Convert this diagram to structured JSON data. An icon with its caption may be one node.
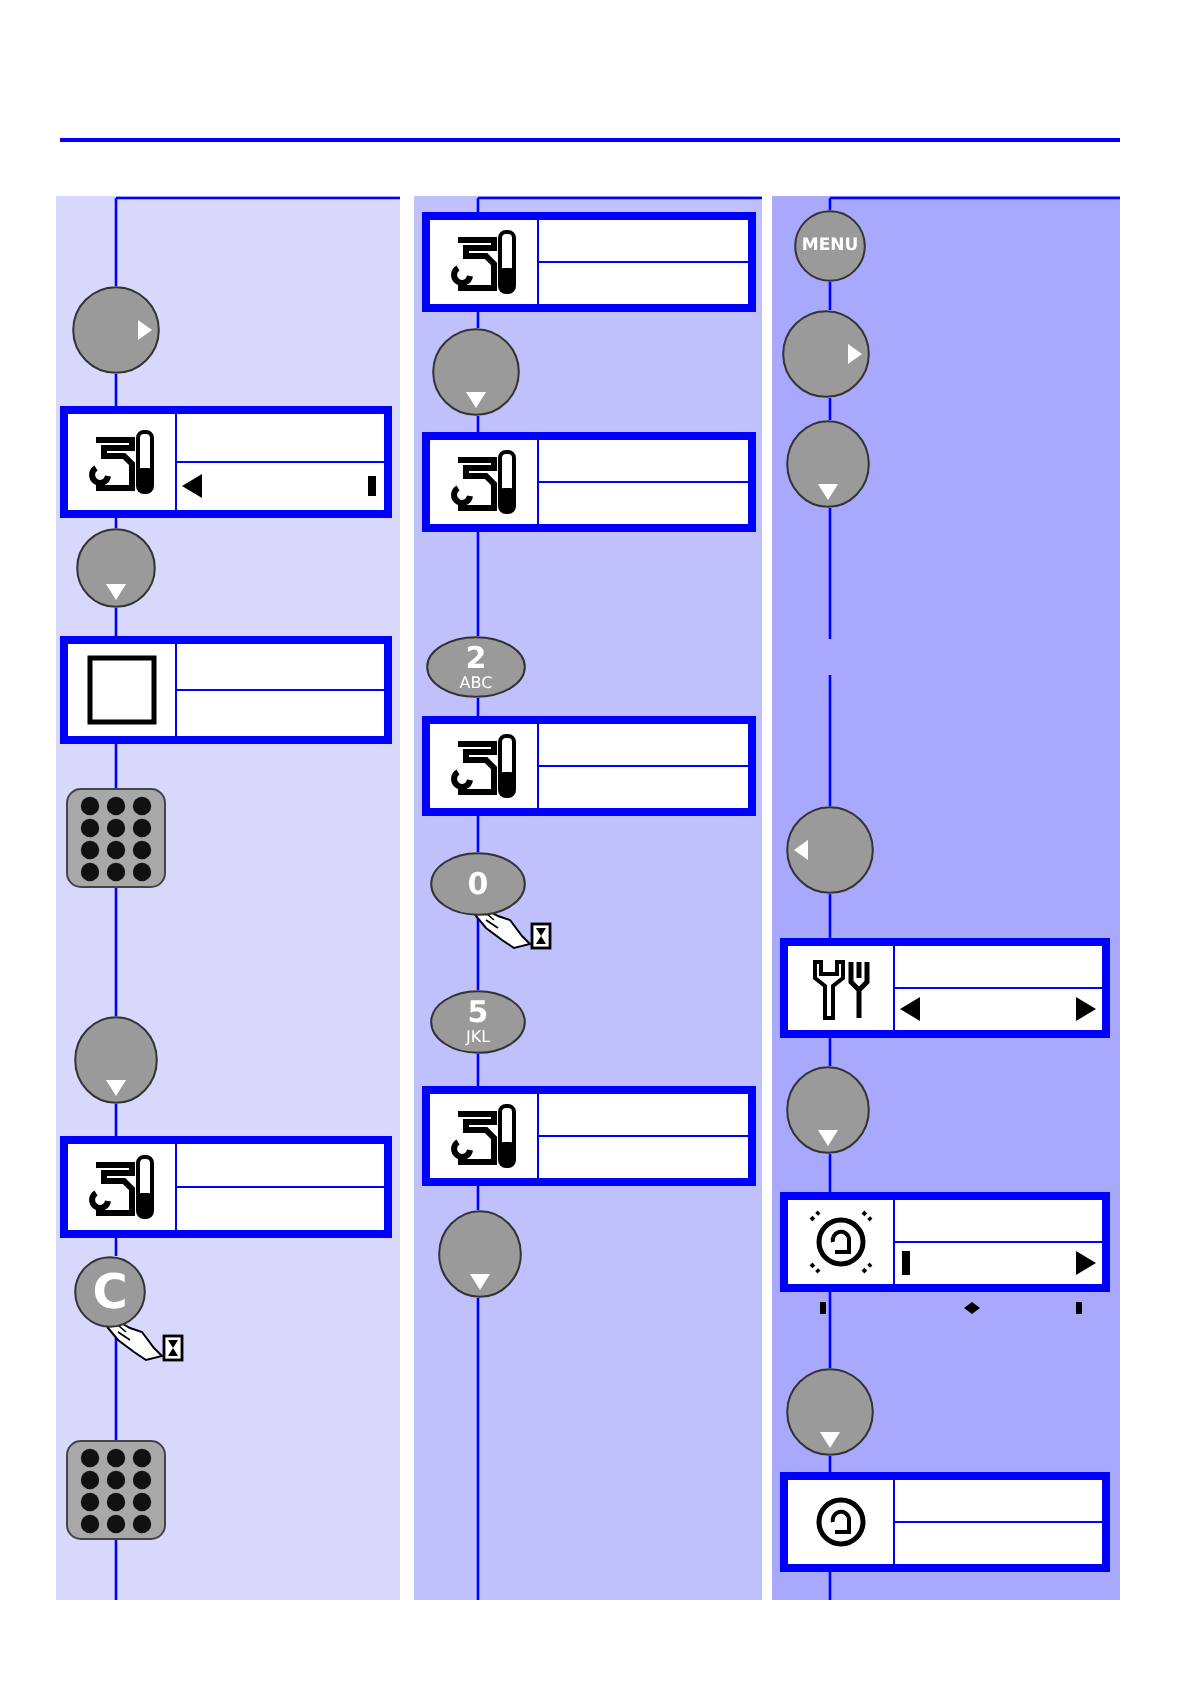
{
  "diagram": {
    "nodes": [
      {
        "text": [],
        "shape": "circle"
      },
      {
        "text": [],
        "shape": "box"
      },
      {
        "text": [],
        "shape": "circle"
      },
      {
        "text": [],
        "shape": "box"
      },
      {
        "text": [],
        "shape": "picture"
      },
      {
        "text": [],
        "shape": "circle"
      },
      {
        "text": [],
        "shape": "box"
      },
      {
        "text": [
          "C"
        ]
      },
      {
        "text": [],
        "shape": "picture"
      },
      {
        "text": [],
        "shape": "box"
      },
      {
        "text": [],
        "shape": "circle"
      },
      {
        "text": [],
        "shape": "box"
      },
      {
        "text": [
          "2",
          "ABC"
        ]
      },
      {
        "text": [],
        "shape": "box"
      },
      {
        "text": [
          "0"
        ]
      },
      {
        "text": [
          "5",
          "JKL"
        ]
      },
      {
        "text": [],
        "shape": "box"
      },
      {
        "text": [],
        "shape": "circle"
      },
      {
        "text": [
          "MENU"
        ]
      },
      {
        "text": [],
        "shape": "circle"
      },
      {
        "text": [],
        "shape": "circle"
      },
      {
        "text": [],
        "shape": "circle"
      },
      {
        "text": [],
        "shape": "box"
      },
      {
        "text": [],
        "shape": "circle"
      },
      {
        "text": [],
        "shape": "box"
      },
      {
        "text": [],
        "shape": "circle"
      },
      {
        "text": [],
        "shape": "box"
      }
    ],
    "edges": [
      {
        "from": null,
        "to": 0,
        "arrow": "none"
      },
      {
        "from": 0,
        "to": 1,
        "arrow": "none"
      },
      {
        "from": 1,
        "to": 2,
        "arrow": "none"
      },
      {
        "from": 2,
        "to": 3,
        "arrow": "none"
      },
      {
        "from": 3,
        "to": 4,
        "arrow": "none"
      },
      {
        "from": 4,
        "to": 5,
        "arrow": "none"
      },
      {
        "from": 5,
        "to": 6,
        "arrow": "none"
      },
      {
        "from": 6,
        "to": 7,
        "arrow": "none"
      },
      {
        "from": 7,
        "to": 8,
        "arrow": "none"
      },
      {
        "from": 8,
        "to": null,
        "arrow": "none"
      },
      {
        "from": null,
        "to": 9,
        "arrow": "none"
      },
      {
        "from": 9,
        "to": 10,
        "arrow": "none"
      },
      {
        "from": 10,
        "to": 11,
        "arrow": "none"
      },
      {
        "from": 11,
        "to": 12,
        "arrow": "none"
      },
      {
        "from": 12,
        "to": 13,
        "arrow": "none"
      },
      {
        "from": 13,
        "to": 14,
        "arrow": "none"
      },
      {
        "from": 14,
        "to": 15,
        "arrow": "none"
      },
      {
        "from": 15,
        "to": 16,
        "arrow": "none"
      },
      {
        "from": 16,
        "to": 17,
        "arrow": "none"
      },
      {
        "from": 17,
        "to": null,
        "arrow": "none"
      },
      {
        "from": null,
        "to": 18,
        "arrow": "none"
      },
      {
        "from": 18,
        "to": 19,
        "arrow": "none"
      },
      {
        "from": 19,
        "to": 20,
        "arrow": "none"
      },
      {
        "from": 20,
        "to": 21,
        "arrow": "none",
        "style": "dashed"
      },
      {
        "from": 21,
        "to": 22,
        "arrow": "none"
      },
      {
        "from": 22,
        "to": 23,
        "arrow": "none"
      },
      {
        "from": 23,
        "to": 24,
        "arrow": "none"
      },
      {
        "from": 24,
        "to": 25,
        "arrow": "none"
      },
      {
        "from": 25,
        "to": 26,
        "arrow": "none"
      },
      {
        "from": 26,
        "to": null,
        "arrow": "none"
      }
    ]
  }
}
